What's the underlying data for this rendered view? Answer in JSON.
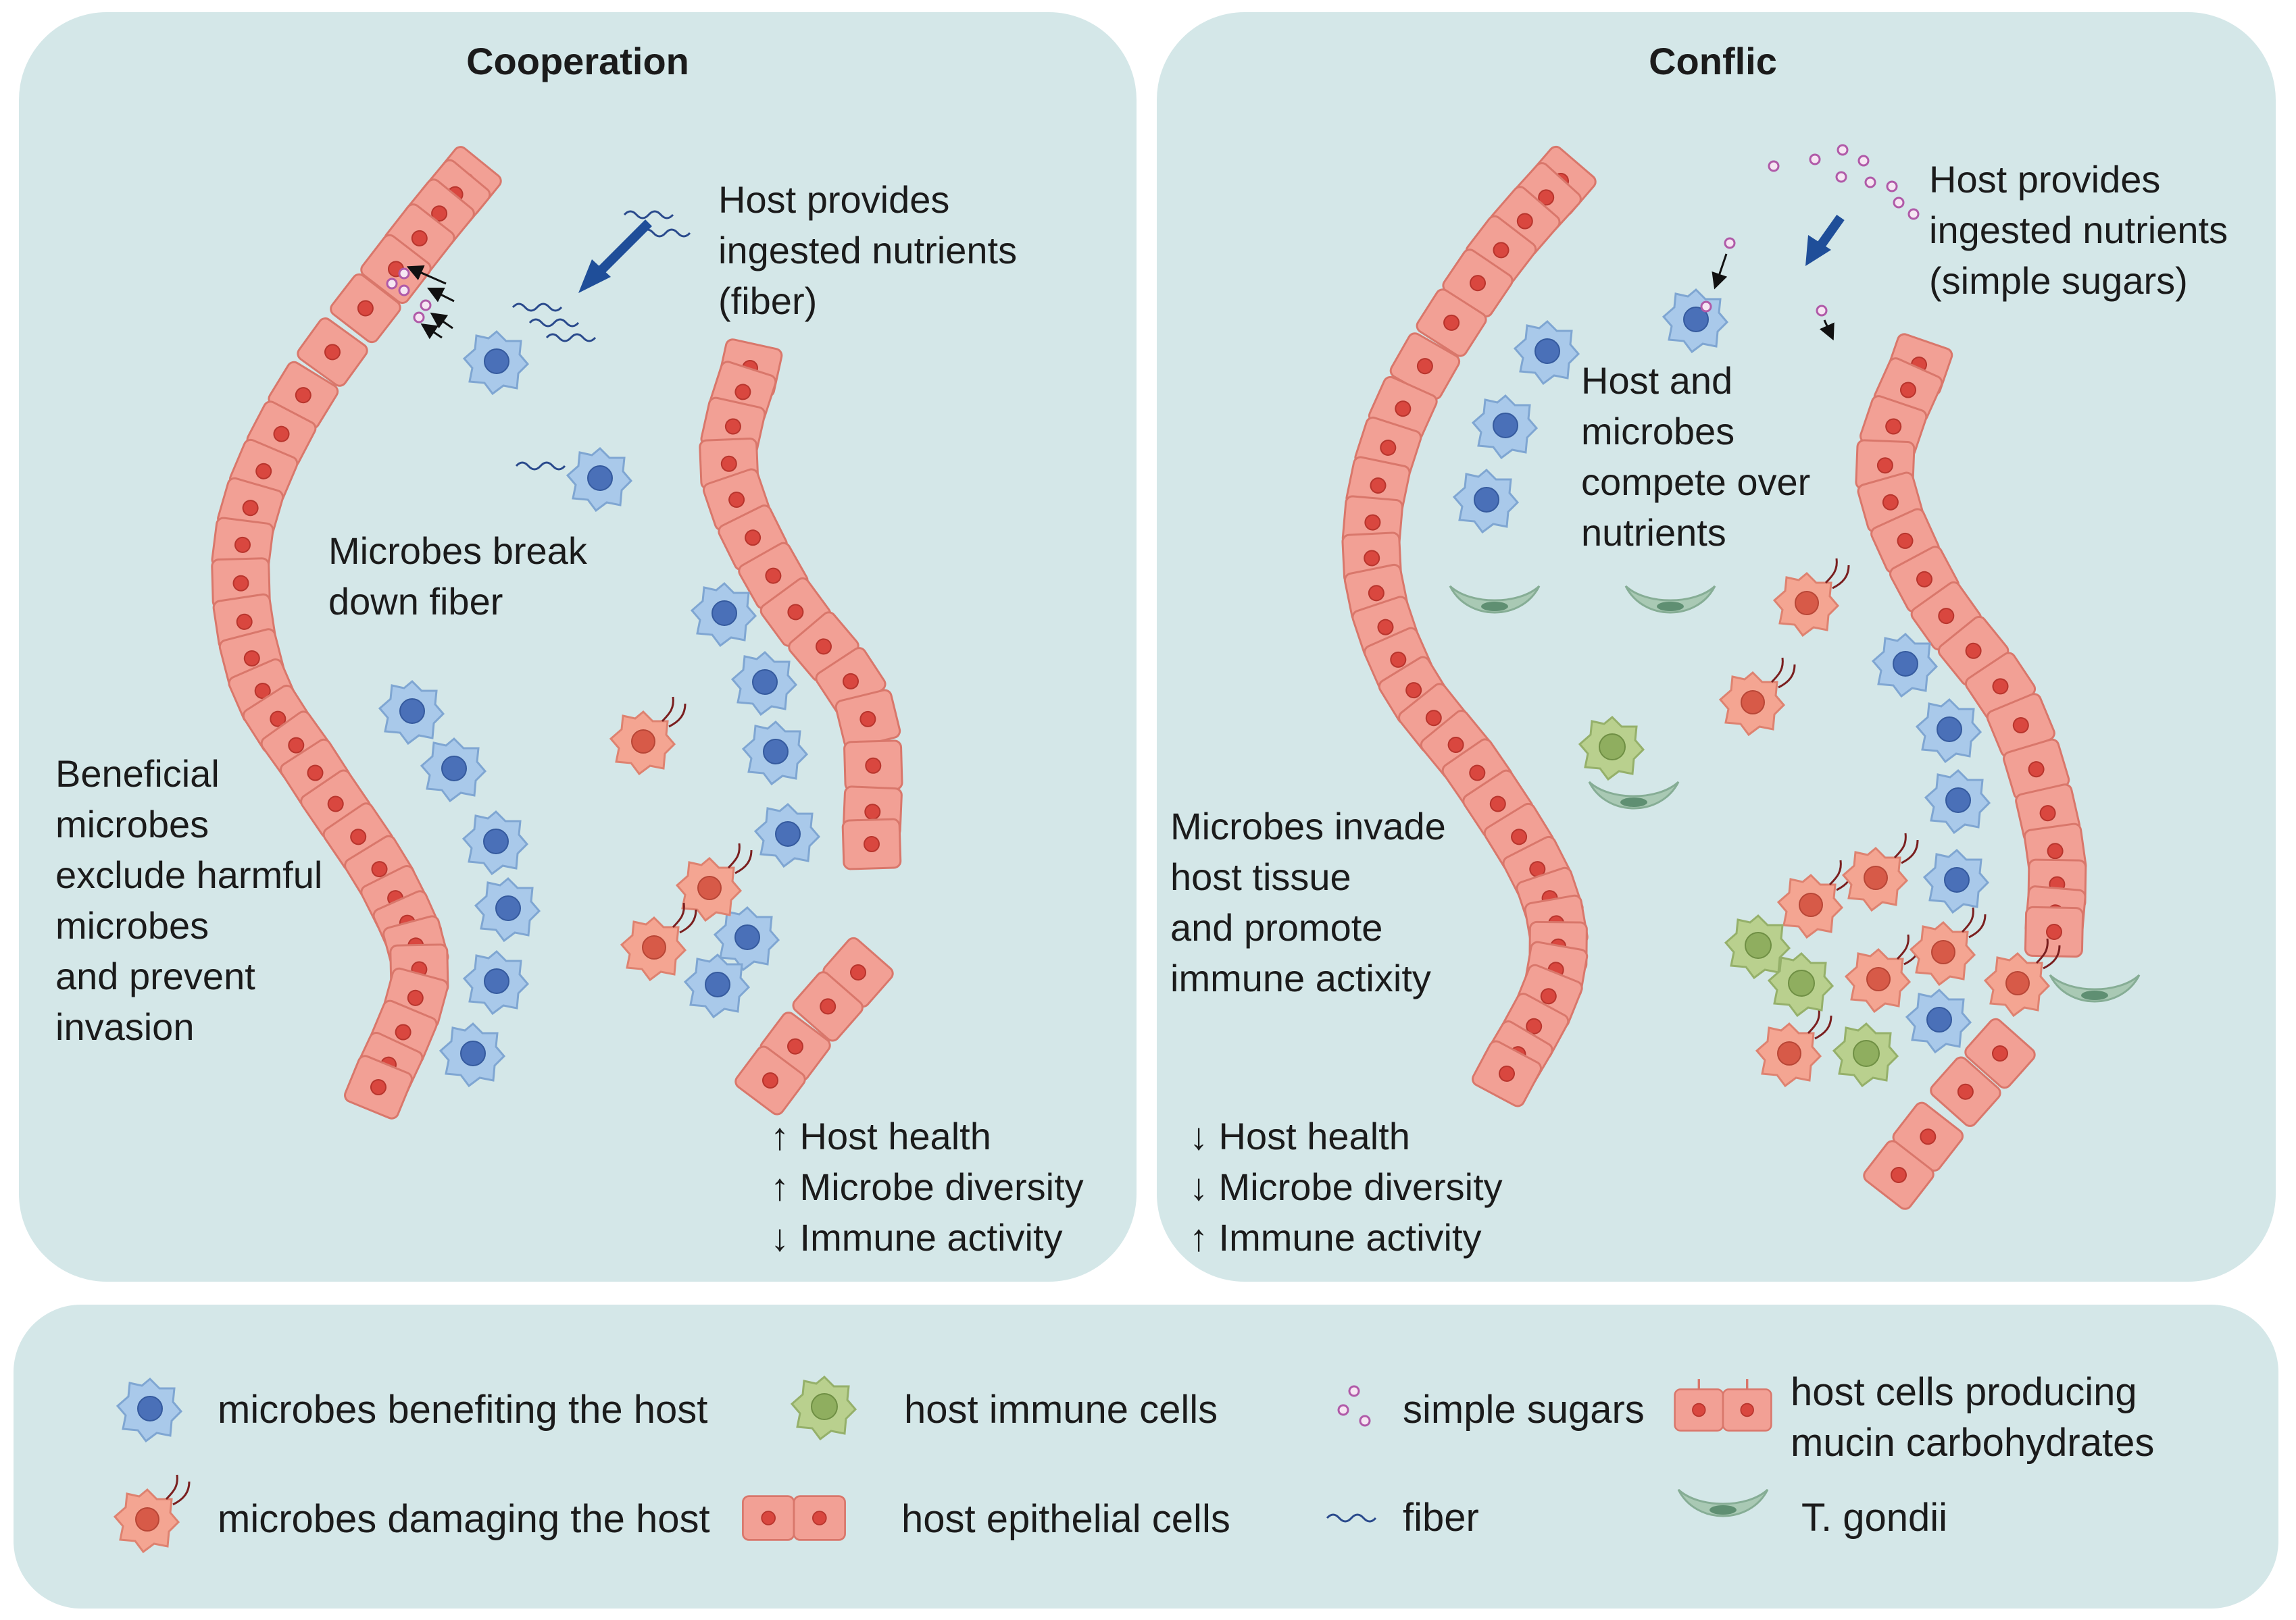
{
  "panels": {
    "cooperation": {
      "title": "Cooperation",
      "nutrient_label": "Host provides\ningested nutrients\n(fiber)",
      "breakdown_label": "Microbes break\ndown fiber",
      "exclusion_label": "Beneficial\nmicrobes\nexclude harmful\nmicrobes\nand prevent\ninvasion",
      "outcomes": [
        "↑ Host health",
        "↑ Microbe diversity",
        "↓ Immune activity"
      ]
    },
    "conflict": {
      "title": "Conflic",
      "nutrient_label": "Host provides\ningested nutrients\n(simple sugars)",
      "compete_label": "Host and\nmicrobes\ncompete over\nnutrients",
      "invade_label": "Microbes invade\nhost tissue\nand promote\nimmune actixity",
      "outcomes": [
        "↓ Host health",
        "↓ Microbe diversity",
        "↑ Immune activity"
      ]
    }
  },
  "legend": [
    {
      "icon": "beneficial-microbe-icon",
      "label": "microbes benefiting the host"
    },
    {
      "icon": "harmful-microbe-icon",
      "label": "microbes damaging the host"
    },
    {
      "icon": "immune-cell-icon",
      "label": "host immune cells"
    },
    {
      "icon": "epithelial-cell-icon",
      "label": "host epithelial cells"
    },
    {
      "icon": "simple-sugar-icon",
      "label": "simple sugars"
    },
    {
      "icon": "fiber-icon",
      "label": "fiber"
    },
    {
      "icon": "mucin-cell-icon",
      "label": "host cells producing\nmucin carbohydrates"
    },
    {
      "icon": "t-gondii-icon",
      "label": "T. gondii"
    }
  ],
  "colors": {
    "panel_bg": "#d4e7e8",
    "epithelial": "#f2a095",
    "epithelial_nucleus": "#d9473f",
    "beneficial": "#a9c9ea",
    "beneficial_nucleus": "#4a70b8",
    "harmful": "#f4a592",
    "harmful_nucleus": "#d75a48",
    "immune": "#b9d08e",
    "immune_nucleus": "#8fae5f",
    "gondii": "#a9c9b4",
    "sugar": "#b05aa8",
    "fiber": "#2a4a8c",
    "arrow": "#1f4e99"
  }
}
